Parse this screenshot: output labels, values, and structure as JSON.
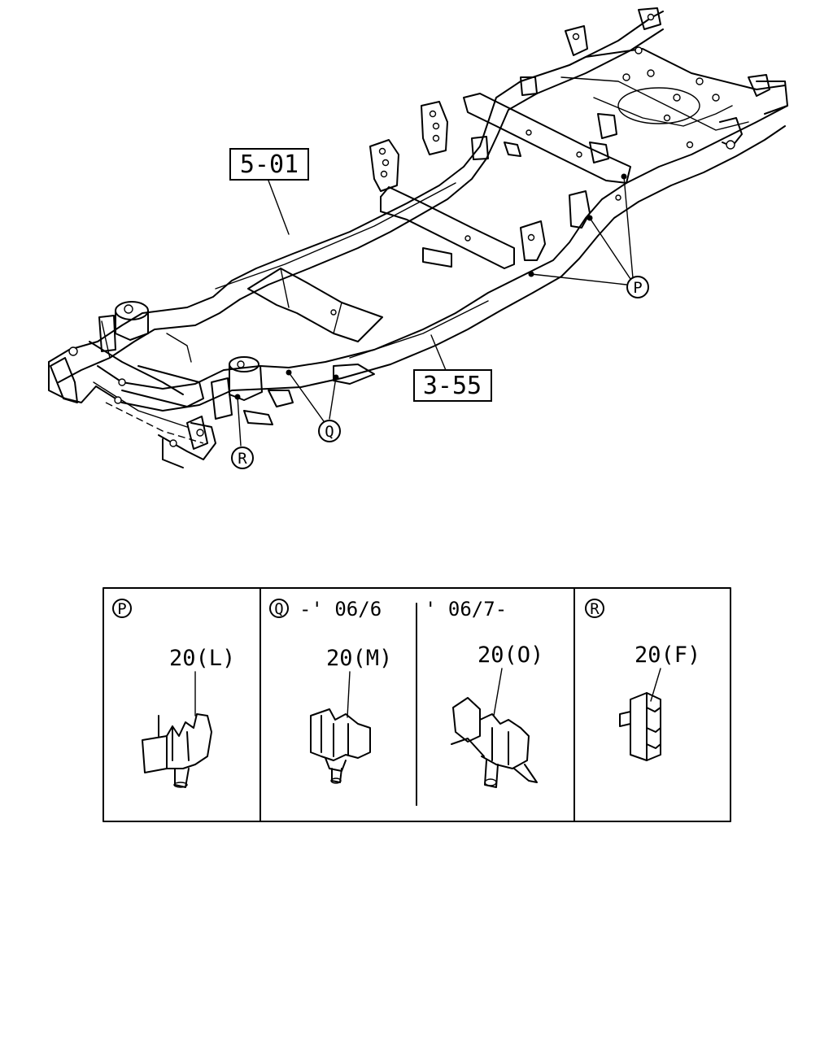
{
  "frame_diagram": {
    "callout_upper": "5-01",
    "callout_lower": "3-55",
    "marker_p": "P",
    "marker_q": "Q",
    "marker_r": "R"
  },
  "clip_table": {
    "cells": [
      {
        "marker": "P",
        "period": "",
        "part": "20(L)"
      },
      {
        "marker": "Q",
        "period": "-' 06/6",
        "part": "20(M)"
      },
      {
        "marker": "",
        "period": "' 06/7-",
        "part": "20(O)"
      },
      {
        "marker": "R",
        "period": "",
        "part": "20(F)"
      }
    ]
  }
}
